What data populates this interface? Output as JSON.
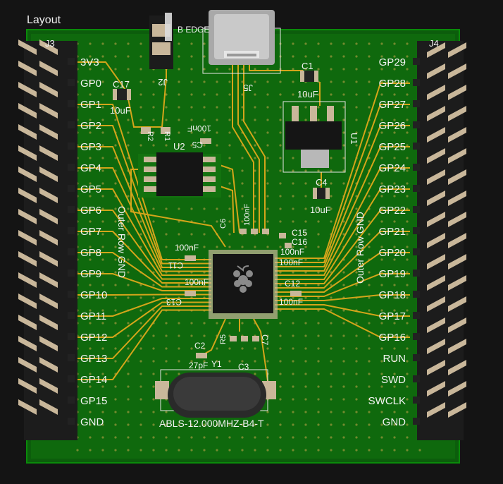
{
  "panel_title": "Layout",
  "board": {
    "left_header_ref": "J3",
    "right_header_ref": "J4",
    "left_pins": [
      "3V3",
      "GP0",
      "GP1",
      "GP2",
      "GP3",
      "GP4",
      "GP5",
      "GP6",
      "GP7",
      "GP8",
      "GP9",
      "GP10",
      "GP11",
      "GP12",
      "GP13",
      "GP14",
      "GP15",
      "GND"
    ],
    "right_pins": [
      "GP29",
      "GP28",
      "GP27",
      "GP26",
      "GP25",
      "GP24",
      "GP23",
      "GP22",
      "GP21",
      "GP20",
      "GP19",
      "GP18",
      "GP17",
      "GP16",
      "RUN",
      "SWD",
      "SWCLK",
      "GND"
    ],
    "left_vertical_label": "Outer Row GND",
    "right_vertical_label": "Outer Row GND",
    "usb_ref": "J5",
    "usb_edge_label": "B EDGE",
    "jumper_ref": "J2",
    "u1_ref": "U1",
    "u2_ref": "U2",
    "crystal_ref": "Y1",
    "crystal_part": "ABLS-12.000MHZ-B4-T",
    "c1": {
      "ref": "C1",
      "value": "10uF"
    },
    "c17": {
      "ref": "C17",
      "value": "10uF"
    },
    "c4": {
      "ref": "C4",
      "value": "10uF"
    },
    "c5": {
      "ref": "C5",
      "value": "100nF"
    },
    "c11": {
      "ref": "C11",
      "value": "100nF"
    },
    "c13": {
      "ref": "C13",
      "value": "100nF"
    },
    "c12": {
      "ref": "C12",
      "value": "100nF"
    },
    "c2": {
      "ref": "C2",
      "value": "27pF"
    },
    "c3": "C3",
    "c7": "C7",
    "c6": "C6",
    "r1": "R1",
    "r2": "R2",
    "r5": "R5",
    "cluster_values": [
      "100nF",
      "100nF",
      "100nF"
    ],
    "cluster_refs": [
      "C15",
      "C16"
    ]
  },
  "colors": {
    "board": "#0c5d0c",
    "copper": "#1a7a12",
    "trace": "#d4a51a",
    "silkscreen": "#f2f2f2",
    "header_body": "#1c1c1c",
    "pin": "#c9b79a",
    "chip": "#151515"
  }
}
